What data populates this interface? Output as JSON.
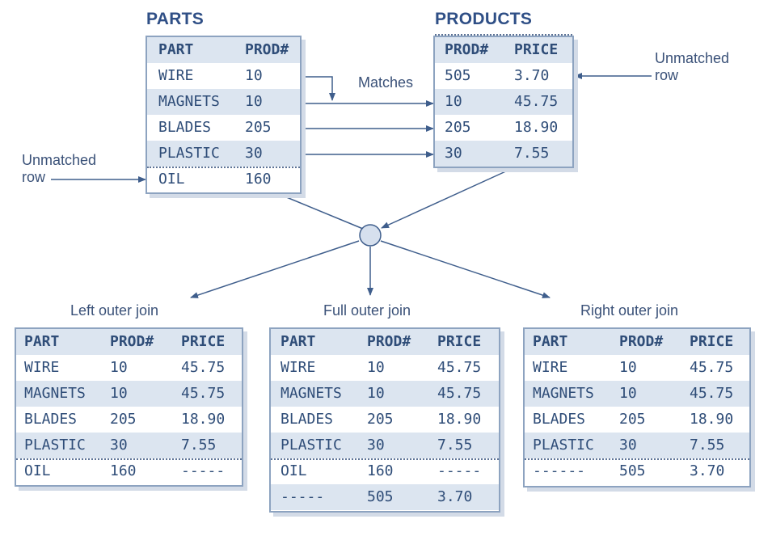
{
  "parts": {
    "title": "PARTS",
    "headers": [
      "PART",
      "PROD#"
    ],
    "rows": [
      [
        "WIRE",
        "10"
      ],
      [
        "MAGNETS",
        "10"
      ],
      [
        "BLADES",
        "205"
      ],
      [
        "PLASTIC",
        "30"
      ],
      [
        "OIL",
        "160"
      ]
    ]
  },
  "products": {
    "title": "PRODUCTS",
    "headers": [
      "PROD#",
      "PRICE"
    ],
    "rows": [
      [
        "505",
        "3.70"
      ],
      [
        "10",
        "45.75"
      ],
      [
        "205",
        "18.90"
      ],
      [
        "30",
        "7.55"
      ]
    ]
  },
  "labels": {
    "matches": "Matches",
    "unmatched_left": [
      "Unmatched",
      "row"
    ],
    "unmatched_right": [
      "Unmatched",
      "row"
    ]
  },
  "left_join": {
    "caption": "Left outer join",
    "headers": [
      "PART",
      "PROD#",
      "PRICE"
    ],
    "rows": [
      [
        "WIRE",
        "10",
        "45.75"
      ],
      [
        "MAGNETS",
        "10",
        "45.75"
      ],
      [
        "BLADES",
        "205",
        "18.90"
      ],
      [
        "PLASTIC",
        "30",
        "7.55"
      ],
      [
        "OIL",
        "160",
        "-----"
      ]
    ]
  },
  "full_join": {
    "caption": "Full outer join",
    "headers": [
      "PART",
      "PROD#",
      "PRICE"
    ],
    "rows": [
      [
        "WIRE",
        "10",
        "45.75"
      ],
      [
        "MAGNETS",
        "10",
        "45.75"
      ],
      [
        "BLADES",
        "205",
        "18.90"
      ],
      [
        "PLASTIC",
        "30",
        "7.55"
      ],
      [
        "OIL",
        "160",
        "-----"
      ],
      [
        "-----",
        "505",
        "3.70"
      ]
    ]
  },
  "right_join": {
    "caption": "Right outer join",
    "headers": [
      "PART",
      "PROD#",
      "PRICE"
    ],
    "rows": [
      [
        "WIRE",
        "10",
        "45.75"
      ],
      [
        "MAGNETS",
        "10",
        "45.75"
      ],
      [
        "BLADES",
        "205",
        "18.90"
      ],
      [
        "PLASTIC",
        "30",
        "7.55"
      ],
      [
        "------",
        "505",
        "3.70"
      ]
    ]
  }
}
